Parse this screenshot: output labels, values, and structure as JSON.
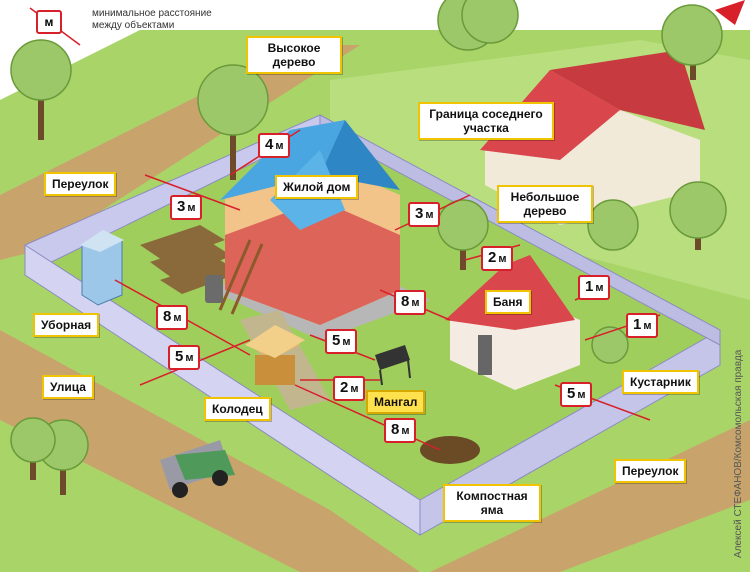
{
  "legend": {
    "symbol": "м",
    "description": "минимальное расстояние между объектами"
  },
  "labels": {
    "tall_tree": "Высокое дерево",
    "neighbor_border": "Граница соседнего участка",
    "lane_top": "Переулок",
    "house": "Жилой дом",
    "small_tree": "Небольшое дерево",
    "bathhouse": "Баня",
    "toilet": "Уборная",
    "street": "Улица",
    "shrub": "Кустарник",
    "well": "Колодец",
    "grill": "Мангал",
    "compost": "Компостная яма",
    "lane_bottom": "Переулок"
  },
  "distances": {
    "tree_house": "4",
    "house_lane": "3",
    "house_neighbor": "3",
    "smalltree_border": "2",
    "toilet_well": "8",
    "well_street": "5",
    "house_grill": "5",
    "house_bath": "8",
    "grill_compost": "2",
    "well_compost": "8",
    "bath_border": "1",
    "bath_shrub": "1",
    "shrub_lane": "5"
  },
  "unit": "м",
  "credit": "Алексей СТЕФАНОВ/Комсомольская правда",
  "colors": {
    "grass": "#9fce5c",
    "grass_dark": "#7fb340",
    "road": "#c8a46c",
    "fence": "#c9c9ee",
    "house_wall": "#f2c48a",
    "roof_blue": "#4aa6e0",
    "roof_red": "#d9464b",
    "accent_red": "#d8202a",
    "label_border": "#f0c400"
  }
}
